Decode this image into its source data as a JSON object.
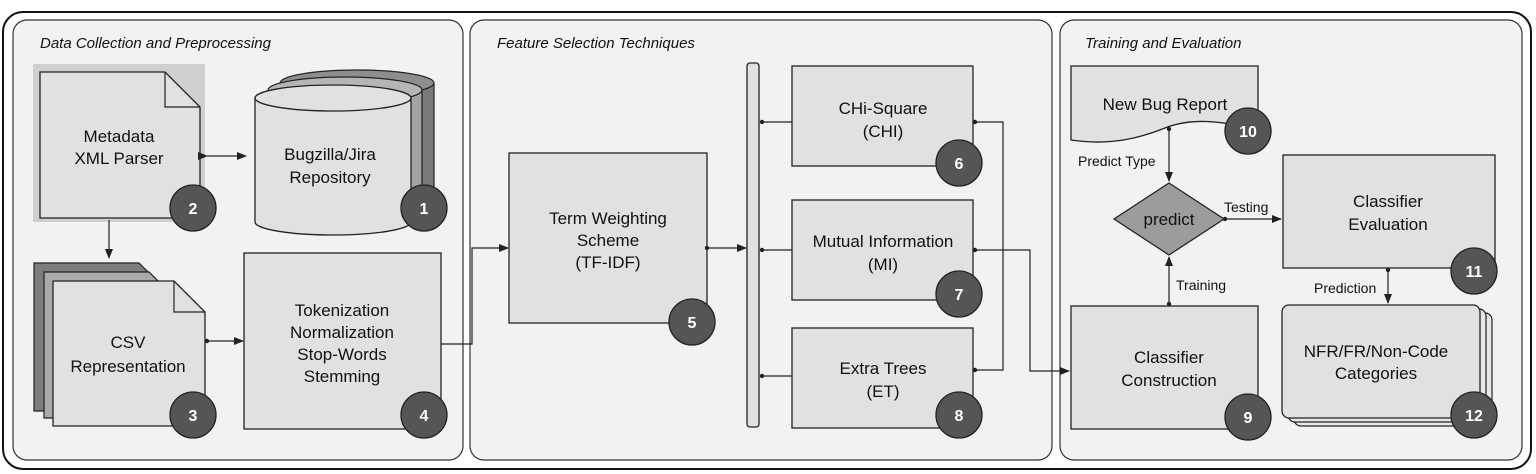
{
  "sections": {
    "data_collection": "Data Collection and Preprocessing",
    "feature_selection": "Feature Selection Techniques",
    "training": "Training and Evaluation"
  },
  "nodes": {
    "metadata": {
      "line1": "Metadata",
      "line2": "XML Parser",
      "num": "2"
    },
    "repository": {
      "line1": "Bugzilla/Jira",
      "line2": "Repository",
      "num": "1"
    },
    "csv": {
      "line1": "CSV",
      "line2": "Representation",
      "num": "3"
    },
    "tokenization": {
      "line1": "Tokenization",
      "line2": "Normalization",
      "line3": "Stop-Words",
      "line4": "Stemming",
      "num": "4"
    },
    "term_weighting": {
      "line1": "Term Weighting",
      "line2": "Scheme",
      "line3": "(TF-IDF)",
      "num": "5"
    },
    "chi": {
      "line1": "CHi-Square",
      "line2": "(CHI)",
      "num": "6"
    },
    "mi": {
      "line1": "Mutual Information",
      "line2": "(MI)",
      "num": "7"
    },
    "et": {
      "line1": "Extra Trees",
      "line2": "(ET)",
      "num": "8"
    },
    "classifier_construction": {
      "line1": "Classifier",
      "line2": "Construction",
      "num": "9"
    },
    "new_bug": {
      "line1": "New Bug Report",
      "num": "10"
    },
    "classifier_evaluation": {
      "line1": "Classifier",
      "line2": "Evaluation",
      "num": "11"
    },
    "categories": {
      "line1": "NFR/FR/Non-Code",
      "line2": "Categories",
      "num": "12"
    },
    "predict": {
      "line1": "predict"
    }
  },
  "edge_labels": {
    "predict_type": "Predict Type",
    "testing": "Testing",
    "training": "Training",
    "prediction": "Prediction"
  },
  "colors": {
    "box_fill": "#e1e1e1",
    "badge_fill": "#555555",
    "shadow_fill": "#9a9a9a",
    "stroke": "#222222"
  }
}
